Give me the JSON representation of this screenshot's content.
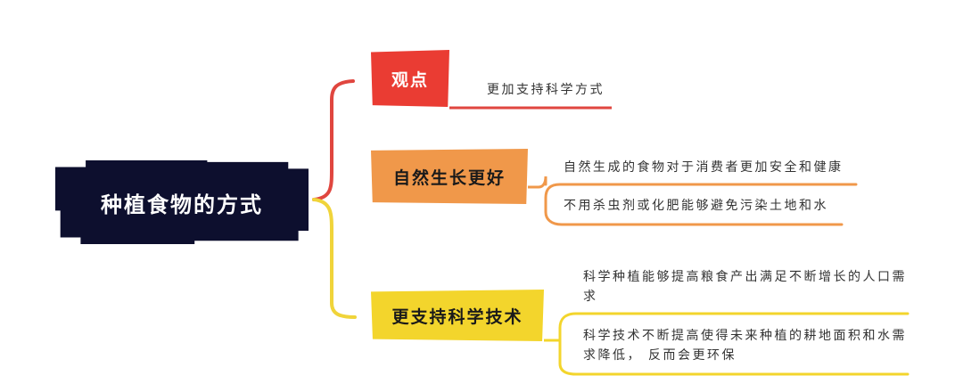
{
  "root": {
    "label": "种植食物的方式",
    "color": "#0d0f2e"
  },
  "branches": [
    {
      "label": "观点",
      "color": "#ea3c33",
      "leaves": [
        "更加支持科学方式"
      ]
    },
    {
      "label": "自然生长更好",
      "color": "#f0984a",
      "leaves": [
        "自然生成的食物对于消费者更加安全和健康",
        "不用杀虫剂或化肥能够避免污染土地和水"
      ]
    },
    {
      "label": "更支持科学技术",
      "color": "#f3d52c",
      "leaves": [
        "科学种植能够提高粮食产出满足不断增长的人口需求",
        "科学技术不断提高使得未来种植的耕地面积和水需求降低， 反而会更环保"
      ]
    }
  ]
}
